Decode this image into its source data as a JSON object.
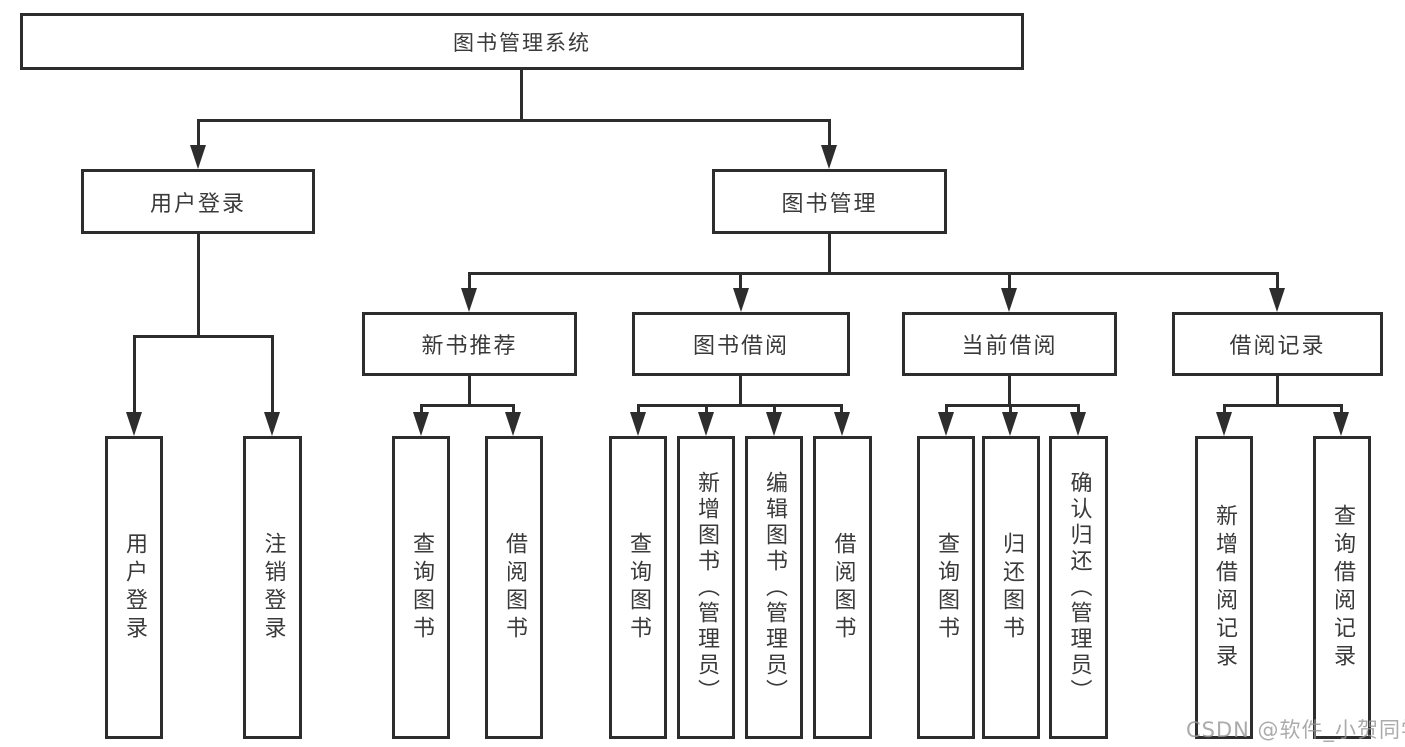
{
  "tree": {
    "root": "图书管理系统",
    "user_login": {
      "label": "用户登录",
      "children": [
        "用户登录",
        "注销登录"
      ]
    },
    "book_mgmt": {
      "label": "图书管理",
      "sections": {
        "new_book": {
          "label": "新书推荐",
          "children": [
            "查询图书",
            "借阅图书"
          ]
        },
        "borrow": {
          "label": "图书借阅",
          "children": [
            "查询图书",
            "新增图书（管理员）",
            "编辑图书（管理员）",
            "借阅图书"
          ]
        },
        "current": {
          "label": "当前借阅",
          "children": [
            "查询图书",
            "归还图书",
            "确认归还（管理员）"
          ]
        },
        "records": {
          "label": "借阅记录",
          "children": [
            "新增借阅记录",
            "查询借阅记录"
          ]
        }
      }
    }
  },
  "watermark": "CSDN @软件_小贺同学",
  "colors": {
    "line": "#2d2d2d",
    "text": "#3a3a3a",
    "watermark": "#969696",
    "background": "#ffffff"
  }
}
